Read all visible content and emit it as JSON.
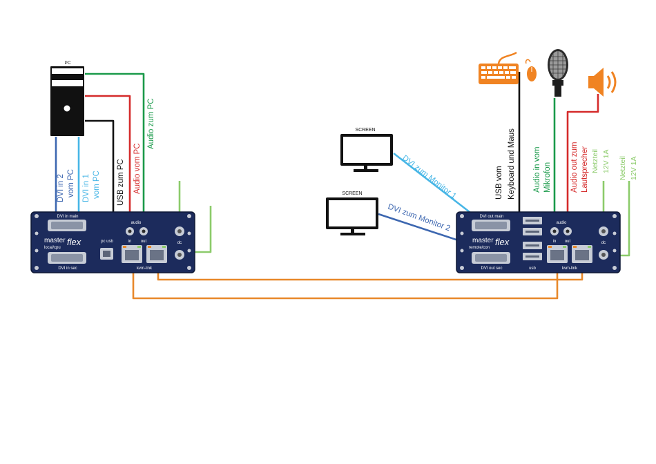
{
  "colors": {
    "device_body": "#1c2b5c",
    "device_dark": "#14203f",
    "dvi_light_blue": "#47b6e6",
    "dvi_dark_blue": "#3d67b0",
    "usb_black": "#111111",
    "audio_red": "#d52b2b",
    "audio_green": "#1a9a4a",
    "power_green": "#8ccb6b",
    "kvm_orange": "#e8882a",
    "peripheral_orange": "#f08322"
  },
  "pc": {
    "label": "PC"
  },
  "screens": [
    {
      "label": "SCREEN"
    },
    {
      "label": "SCREEN"
    }
  ],
  "local_unit": {
    "brand_master": "master",
    "brand_flex": "flex",
    "model": "local/cpu",
    "port_dvi_main": "DVI in main",
    "port_dvi_sec": "DVI in sec",
    "port_pc_usb": "pc usb",
    "port_audio": "audio",
    "port_audio_in": "in",
    "port_audio_out": "out",
    "port_kvm_link": "kvm-link",
    "port_dc": "dc"
  },
  "remote_unit": {
    "brand_master": "master",
    "brand_flex": "flex",
    "model": "remote/con",
    "port_dvi_main": "DVI out main",
    "port_dvi_sec": "DVI out sec",
    "port_usb": "usb",
    "port_audio": "audio",
    "port_audio_in": "in",
    "port_audio_out": "out",
    "port_kvm_link": "kvm-link",
    "port_dc": "dc"
  },
  "cable_labels": {
    "dvi_in_2": [
      "DVI in 2",
      "vom PC"
    ],
    "dvi_in_1": [
      "DVI in 1",
      "vom PC"
    ],
    "usb_zum_pc": "USB zum PC",
    "audio_vom_pc": "Audio vom PC",
    "audio_zum_pc": "Audio zum PC",
    "dvi_monitor_1": "DVI zum Monitor 1",
    "dvi_monitor_2": "DVI zum Monitor 2",
    "usb_keyboard": [
      "USB vom",
      "Keyboard und Maus"
    ],
    "audio_mikrofon": [
      "Audio in vom",
      "Mikrofon"
    ],
    "audio_lautsprecher": [
      "Audio out zum",
      "Lautsprecher"
    ],
    "netzteil_1": [
      "Netzteil",
      "12V 1A"
    ],
    "netzteil_2": [
      "Netzteil",
      "12V 1A"
    ]
  },
  "icons": [
    "pc-tower-icon",
    "monitor-icon",
    "keyboard-icon",
    "mouse-icon",
    "microphone-icon",
    "speaker-icon"
  ]
}
